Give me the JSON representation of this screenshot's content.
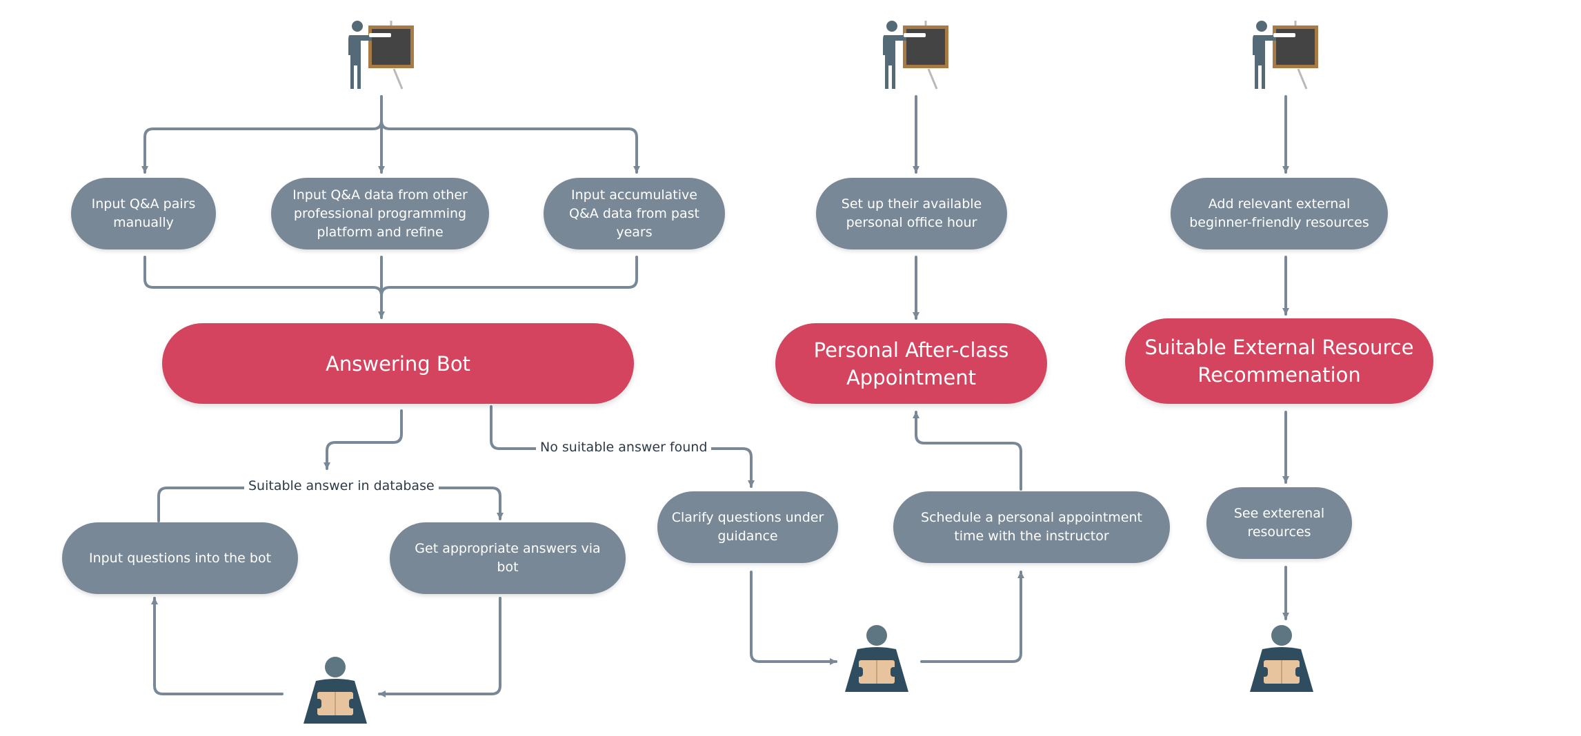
{
  "colors": {
    "node": "#788897",
    "hub": "#d4445e",
    "connector": "#788897",
    "text": "#2c3a47"
  },
  "icons": {
    "instructor": "teacher-at-blackboard-icon",
    "student": "student-reading-icon"
  },
  "section1": {
    "inputs": [
      "Input Q&A pairs manually",
      "Input Q&A data from other professional programming platform and refine",
      "Input accumulative Q&A data from past years"
    ],
    "hub": "Answering Bot",
    "branch_label_left": "Suitable answer in database",
    "branch_label_right": "No suitable answer found",
    "step_ask": "Input questions into the bot",
    "step_answer": "Get appropriate answers via bot"
  },
  "section2": {
    "setup": "Set up their available personal office hour",
    "hub": "Personal After-class Appointment",
    "clarify": "Clarify questions under guidance",
    "schedule": "Schedule a personal appointment time with the instructor"
  },
  "section3": {
    "add": "Add relevant external beginner-friendly resources",
    "hub": "Suitable External Resource Recommenation",
    "see": "See exterenal resources"
  }
}
